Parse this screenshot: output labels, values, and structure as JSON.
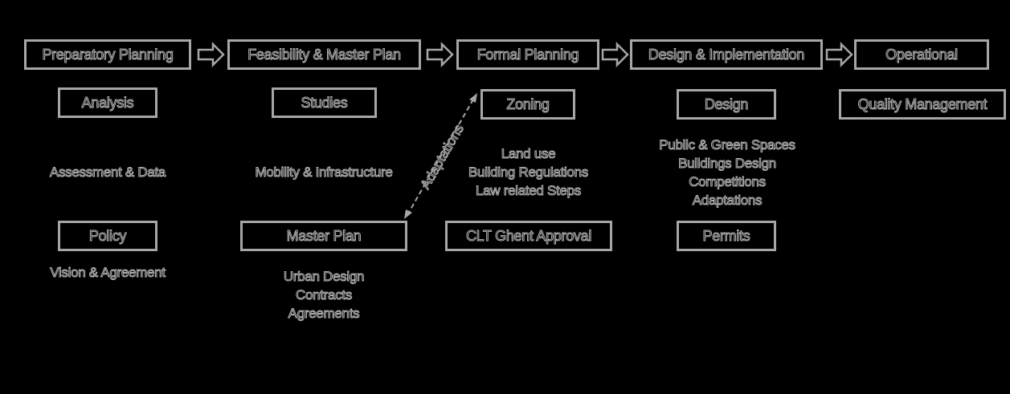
{
  "phases": [
    {
      "label": "Preparatory Planning"
    },
    {
      "label": "Feasibility & Master Plan"
    },
    {
      "label": "Formal Planning"
    },
    {
      "label": "Design & Implementation"
    },
    {
      "label": "Operational"
    }
  ],
  "preparatory": {
    "analysis": "Analysis",
    "assessment": "Assessment & Data",
    "policy": "Policy",
    "vision": "Vision & Agreement"
  },
  "feasibility": {
    "studies": "Studies",
    "mobility": "Mobility & Infrastructure",
    "master_plan": "Master Plan",
    "details": [
      "Urban Design",
      "Contracts",
      "Agreements"
    ]
  },
  "formal": {
    "zoning": "Zoning",
    "details": [
      "Land use",
      "Building Regulations",
      "Law related Steps"
    ],
    "approval": "CLT Ghent Approval"
  },
  "design_impl": {
    "design": "Design",
    "details": [
      "Public & Green Spaces",
      "Buildings Design",
      "Competitions",
      "Adaptations"
    ],
    "permits": "Permits"
  },
  "operational": {
    "quality": "Quality Management"
  },
  "connector": {
    "label": "Adaptations"
  }
}
